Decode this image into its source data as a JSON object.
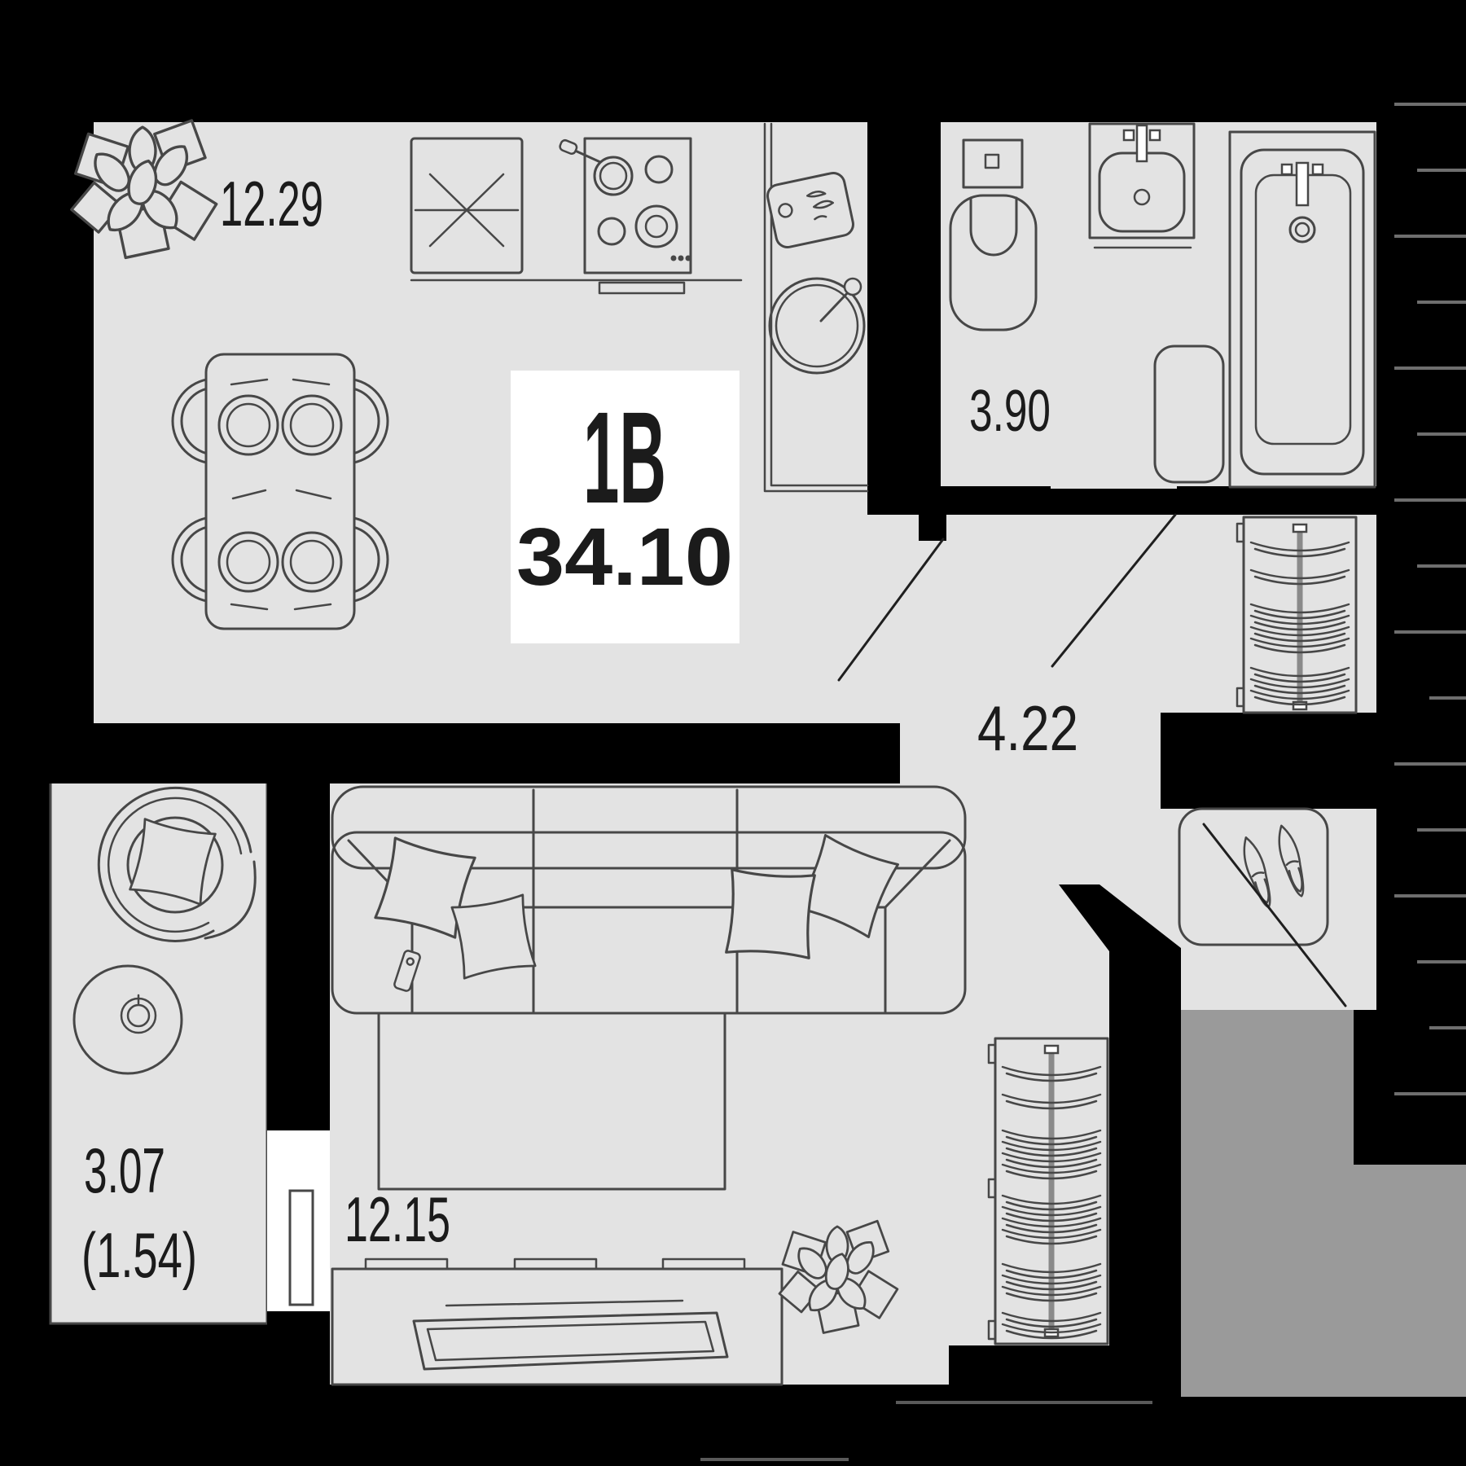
{
  "unit_card": {
    "type": "1B",
    "total_area": "34.10"
  },
  "rooms": {
    "kitchen": {
      "area": "12.29"
    },
    "bathroom": {
      "area": "3.90"
    },
    "hallway": {
      "area": "4.22"
    },
    "living_room": {
      "area": "12.15"
    },
    "balcony": {
      "area": "3.07",
      "area_with_coefficient": "(1.54)"
    }
  },
  "colors": {
    "background": "#000000",
    "floor": "#e3e3e3",
    "walls": "#000000",
    "furniture_line": "#474747",
    "outside_entrance_area": "#9a9a9a",
    "unit_card_background": "#ffffff",
    "label_text": "#1b1b1b"
  },
  "furniture_icons": [
    "plant-icon",
    "fridge-icon",
    "stove-icon",
    "kitchen-sink-icon",
    "cutting-board-icon",
    "dining-table-icon",
    "chair-icon",
    "toilet-icon",
    "washbasin-icon",
    "bathtub-icon",
    "bath-mat-icon",
    "wardrobe-hangers-icon",
    "shoe-cabinet-icon",
    "shoes-icon",
    "sofa-icon",
    "pillow-icon",
    "tv-remote-icon",
    "rug-icon",
    "tv-stand-icon",
    "tv-icon",
    "armchair-icon",
    "side-table-icon",
    "balcony-door-icon",
    "door-swing-line",
    "stairs-context-lines"
  ]
}
